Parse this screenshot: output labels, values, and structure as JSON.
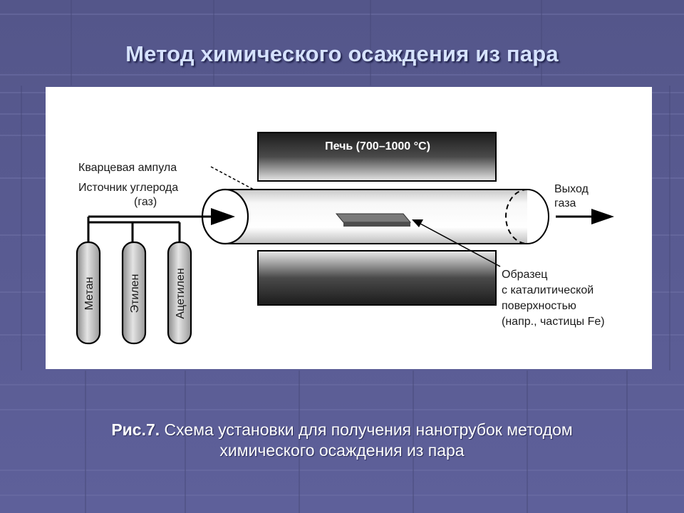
{
  "slide": {
    "title": "Метод химического осаждения из пара"
  },
  "diagram": {
    "furnace_label": "Печь (700–1000 °С)",
    "quartz_label": "Кварцевая ампула",
    "source_label_line1": "Источник углерода",
    "source_label_line2": "(газ)",
    "outlet_line1": "Выход",
    "outlet_line2": "газа",
    "sample_line1": "Образец",
    "sample_line2": "с каталитической",
    "sample_line3": "поверхностью",
    "sample_line4": "(напр., частицы Fe)",
    "cylinders": [
      {
        "label": "Метан"
      },
      {
        "label": "Этилен"
      },
      {
        "label": "Ацетилен"
      }
    ]
  },
  "caption": {
    "prefix": "Рис.7.",
    "line1": " Схема установки для получения нанотрубок методом",
    "line2": "химического осаждения из пара"
  },
  "colors": {
    "background": "#5a5c8e",
    "title": "#d6e2ff"
  }
}
